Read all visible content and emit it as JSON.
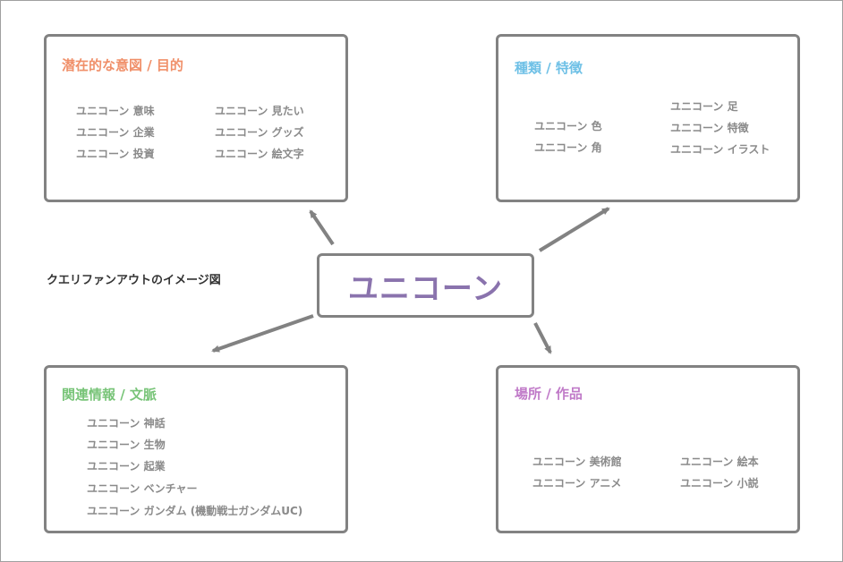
{
  "center": {
    "label": "ユニコーン",
    "color": "#8a73ad"
  },
  "caption": "クエリファンアウトのイメージ図",
  "boxes": {
    "intent": {
      "title": "潜在的な意図 / 目的",
      "color": "#f0906a",
      "col1": [
        "ユニコーン 意味",
        "ユニコーン 企業",
        "ユニコーン 投資"
      ],
      "col2": [
        "ユニコーン 見たい",
        "ユニコーン グッズ",
        "ユニコーン 絵文字"
      ]
    },
    "types": {
      "title": "種類 / 特徴",
      "color": "#6ec0e6",
      "col1": [
        "ユニコーン 色",
        "ユニコーン 角"
      ],
      "col2": [
        "ユニコーン 足",
        "ユニコーン 特徴",
        "ユニコーン イラスト"
      ]
    },
    "related": {
      "title": "関連情報 / 文脈",
      "color": "#78c478",
      "col1": [
        "ユニコーン 神話",
        "ユニコーン 生物",
        "ユニコーン 起業",
        "ユニコーン ベンチャー",
        "ユニコーン ガンダム (機動戦士ガンダムUC)"
      ]
    },
    "places": {
      "title": "場所 / 作品",
      "color": "#c07ac8",
      "col1": [
        "ユニコーン 美術館",
        "ユニコーン アニメ"
      ],
      "col2": [
        "ユニコーン 絵本",
        "ユニコーン 小説"
      ]
    }
  },
  "arrow_color": "#828282"
}
